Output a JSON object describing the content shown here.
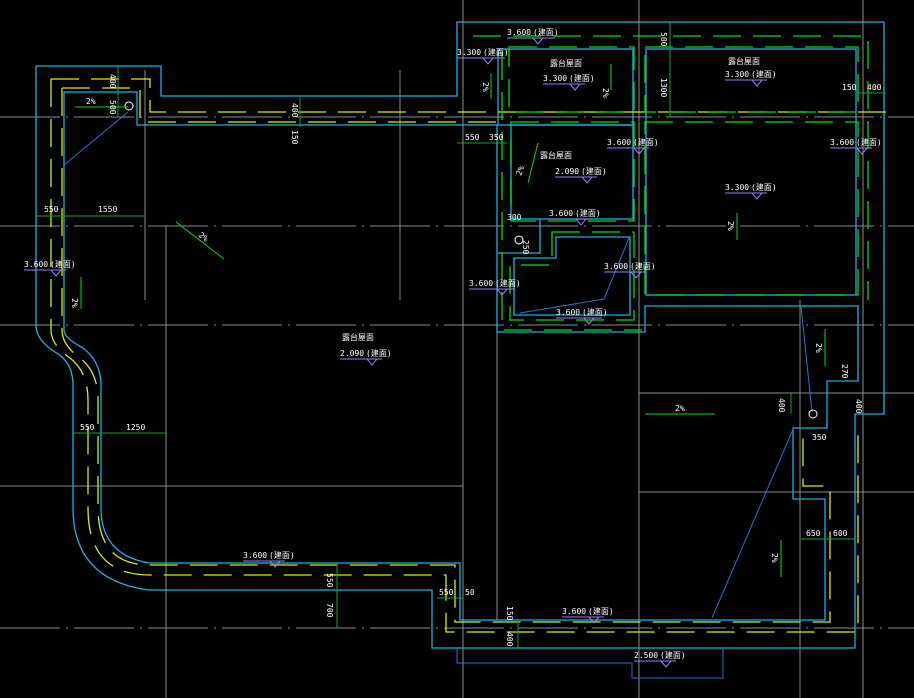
{
  "colors": {
    "background": "#000000",
    "wall": "#1ab0e8",
    "green_dash": "#00e000",
    "yellow_dash": "#d8f000",
    "grid": "#8c8c8c",
    "elevation_mark": "#9a7dff"
  },
  "elevations": [
    {
      "value": "3.600",
      "note": "(建面)"
    },
    {
      "value": "3.300",
      "note": "(建面)"
    },
    {
      "value": "3.300",
      "note": "(建面)"
    },
    {
      "value": "3.300",
      "note": "(建面)"
    },
    {
      "value": "3.600",
      "note": "(建面)"
    },
    {
      "value": "3.600",
      "note": "(建面)"
    },
    {
      "value": "2.090",
      "note": "(建面)"
    },
    {
      "value": "3.300",
      "note": "(建面)"
    },
    {
      "value": "3.600",
      "note": "(建面)"
    },
    {
      "value": "3.600",
      "note": "(建面)"
    },
    {
      "value": "3.600",
      "note": "(建面)"
    },
    {
      "value": "3.600",
      "note": "(建面)"
    },
    {
      "value": "3.600",
      "note": "(建面)"
    },
    {
      "value": "2.090",
      "note": "(建面)"
    },
    {
      "value": "3.600",
      "note": "(建面)"
    },
    {
      "value": "3.600",
      "note": "(建面)"
    },
    {
      "value": "2.500",
      "note": "(建面)"
    }
  ],
  "room_labels": [
    "露台屋面",
    "露台屋面",
    "露台屋面",
    "露台屋面"
  ],
  "slope_label": "2%",
  "dimensions": [
    "400",
    "500",
    "400",
    "150",
    "550",
    "1550",
    "550",
    "350",
    "300",
    "250",
    "500",
    "1300",
    "150",
    "400",
    "400",
    "270",
    "400",
    "350",
    "650",
    "600",
    "550",
    "1250",
    "550",
    "700",
    "550",
    "50",
    "150",
    "400"
  ]
}
